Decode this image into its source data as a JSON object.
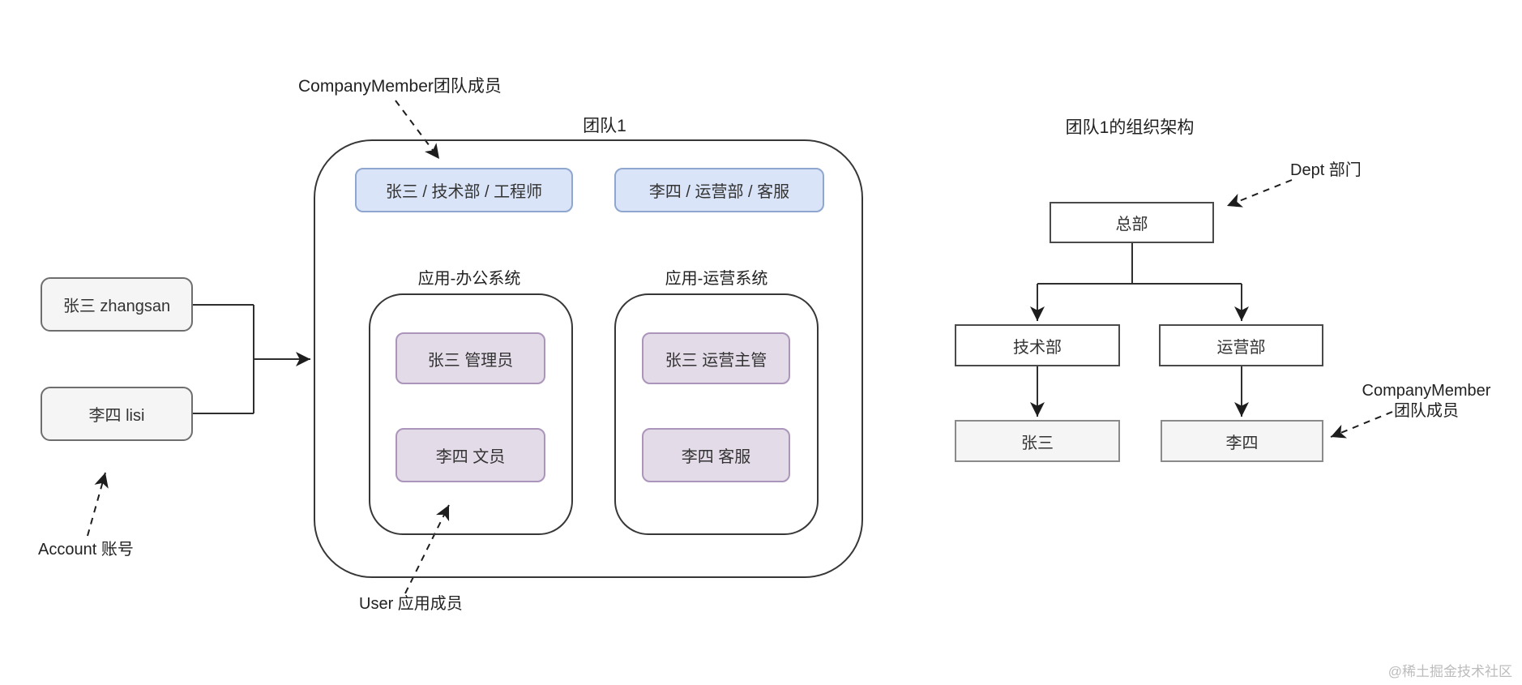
{
  "colors": {
    "member_fill": "#dae4f8",
    "member_border": "#8fa7cf",
    "user_fill": "#e4dbe9",
    "user_border": "#ab95ba",
    "account_fill": "#f5f5f5",
    "account_border": "#6e6e6e",
    "line": "#2f2f2f"
  },
  "accounts": {
    "annotation": "Account 账号",
    "items": [
      {
        "label": "张三 zhangsan"
      },
      {
        "label": "李四 lisi"
      }
    ]
  },
  "team": {
    "title": "团队1",
    "member_annotation": "CompanyMember团队成员",
    "user_annotation": "User 应用成员",
    "members": [
      {
        "label": "张三  / 技术部 / 工程师"
      },
      {
        "label": "李四 / 运营部 / 客服"
      }
    ],
    "apps": [
      {
        "title": "应用-办公系统",
        "users": [
          {
            "label": "张三 管理员"
          },
          {
            "label": "李四 文员"
          }
        ]
      },
      {
        "title": "应用-运营系统",
        "users": [
          {
            "label": "张三 运营主管"
          },
          {
            "label": "李四 客服"
          }
        ]
      }
    ]
  },
  "org_chart": {
    "title": "团队1的组织架构",
    "dept_annotation": "Dept 部门",
    "member_annotation": [
      "CompanyMember",
      "团队成员"
    ],
    "root": {
      "label": "总部"
    },
    "departments": [
      {
        "label": "技术部"
      },
      {
        "label": "运营部"
      }
    ],
    "members": [
      {
        "label": "张三"
      },
      {
        "label": "李四"
      }
    ]
  },
  "watermark": "@稀土掘金技术社区"
}
